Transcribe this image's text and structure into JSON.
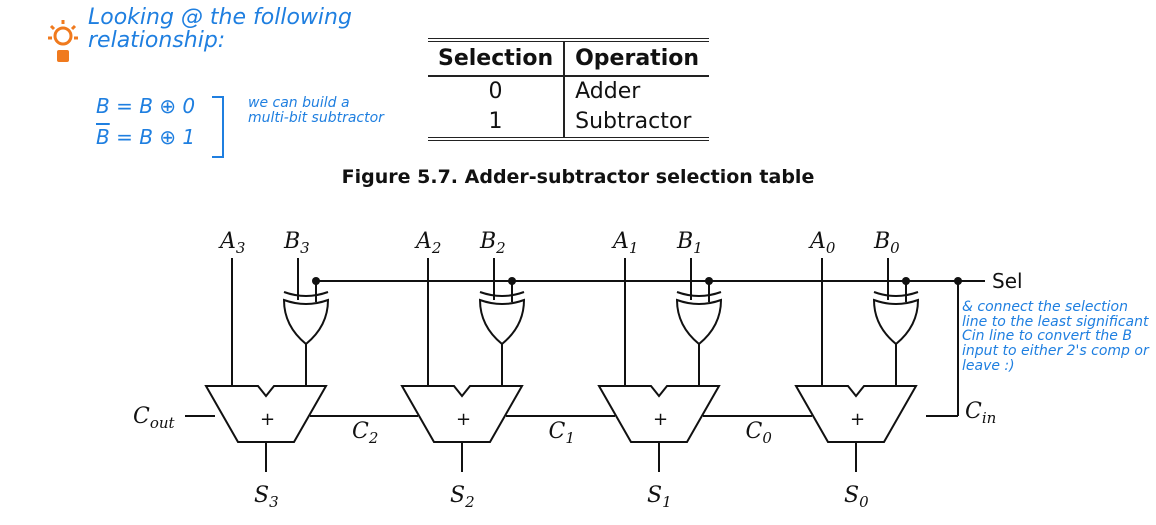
{
  "notes": {
    "title": "Looking @ the following relationship:",
    "eq1": "B = B ⊕ 0",
    "eq2_bar": "B",
    "eq2_rest": " = B ⊕ 1",
    "side": "we can build a multi-bit subtractor",
    "right": "& connect the selection line to the least significant Cin line to convert the B input to either 2's comp or leave :)"
  },
  "table": {
    "headers": [
      "Selection",
      "Operation"
    ],
    "rows": [
      [
        "0",
        "Adder"
      ],
      [
        "1",
        "Subtractor"
      ]
    ]
  },
  "caption": "Figure 5.7. Adder-subtractor selection table",
  "circuit": {
    "stages": [
      {
        "a": "A",
        "a_sub": "3",
        "b": "B",
        "b_sub": "3",
        "s": "S",
        "s_sub": "3"
      },
      {
        "a": "A",
        "a_sub": "2",
        "b": "B",
        "b_sub": "2",
        "s": "S",
        "s_sub": "2"
      },
      {
        "a": "A",
        "a_sub": "1",
        "b": "B",
        "b_sub": "1",
        "s": "S",
        "s_sub": "1"
      },
      {
        "a": "A",
        "a_sub": "0",
        "b": "B",
        "b_sub": "0",
        "s": "S",
        "s_sub": "0"
      }
    ],
    "carries": [
      {
        "c": "C",
        "sub": "2"
      },
      {
        "c": "C",
        "sub": "1"
      },
      {
        "c": "C",
        "sub": "0"
      }
    ],
    "cout": {
      "c": "C",
      "sub": "out"
    },
    "cin": {
      "c": "C",
      "sub": "in"
    },
    "sel": "Sel",
    "adder_symbol": "+"
  },
  "colors": {
    "handwriting": "#1f7fe0",
    "bulb": "#f07a1e",
    "ink": "#111111"
  }
}
